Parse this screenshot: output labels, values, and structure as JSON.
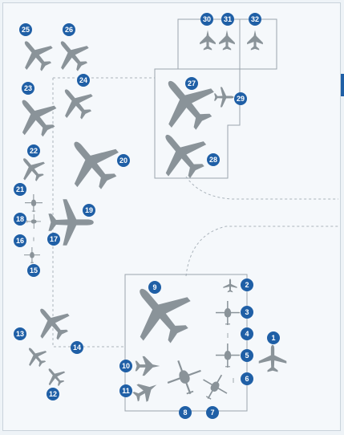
{
  "colors": {
    "background": "#f5f8fb",
    "aircraft": "#8a9399",
    "badge": "#1f5fa6",
    "badge_text": "#ffffff",
    "zone_line": "#9aa4ad",
    "dashed_line": "#aab3bb"
  },
  "markers": [
    {
      "num": "1",
      "icon": "airliner-small-icon"
    },
    {
      "num": "2",
      "icon": "light-aircraft-icon"
    },
    {
      "num": "3",
      "icon": "helicopter-icon"
    },
    {
      "num": "4",
      "icon": "tiny-aircraft-icon"
    },
    {
      "num": "5",
      "icon": "helicopter-icon"
    },
    {
      "num": "6",
      "icon": "small-object-icon"
    },
    {
      "num": "7",
      "icon": "helicopter-icon"
    },
    {
      "num": "8",
      "icon": "tandem-rotor-helicopter-icon"
    },
    {
      "num": "9",
      "icon": "wide-body-airliner-icon"
    },
    {
      "num": "10",
      "icon": "fighter-jet-icon"
    },
    {
      "num": "11",
      "icon": "fighter-jet-icon"
    },
    {
      "num": "12",
      "icon": "light-aircraft-icon"
    },
    {
      "num": "13",
      "icon": "twin-engine-aircraft-icon"
    },
    {
      "num": "14",
      "icon": "turboprop-aircraft-icon"
    },
    {
      "num": "15",
      "icon": "helicopter-icon"
    },
    {
      "num": "16",
      "icon": "tiny-aircraft-icon"
    },
    {
      "num": "17",
      "icon": "tiny-aircraft-icon"
    },
    {
      "num": "18",
      "icon": "small-helicopter-icon"
    },
    {
      "num": "19",
      "icon": "airliner-icon"
    },
    {
      "num": "20",
      "icon": "four-engine-turboprop-icon"
    },
    {
      "num": "21",
      "icon": "helicopter-icon"
    },
    {
      "num": "22",
      "icon": "twin-engine-aircraft-icon"
    },
    {
      "num": "23",
      "icon": "airliner-icon"
    },
    {
      "num": "24",
      "icon": "twin-engine-aircraft-icon"
    },
    {
      "num": "25",
      "icon": "business-jet-icon"
    },
    {
      "num": "26",
      "icon": "business-jet-icon"
    },
    {
      "num": "27",
      "icon": "wide-body-airliner-icon"
    },
    {
      "num": "28",
      "icon": "four-engine-jet-icon"
    },
    {
      "num": "29",
      "icon": "light-aircraft-icon"
    },
    {
      "num": "30",
      "icon": "fighter-jet-icon"
    },
    {
      "num": "31",
      "icon": "fighter-jet-icon"
    },
    {
      "num": "32",
      "icon": "fighter-jet-icon"
    }
  ]
}
